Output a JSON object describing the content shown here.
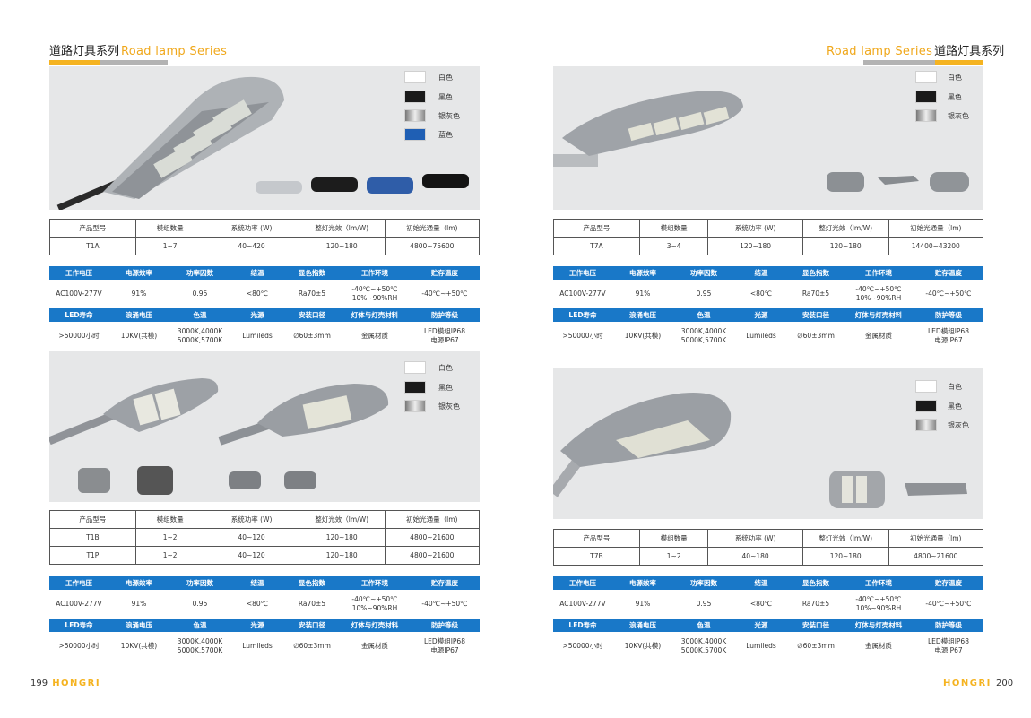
{
  "left_page": {
    "header_cn": "道路灯具系列",
    "header_en": "Road lamp  Series",
    "page_number": "199",
    "brand": "HONGRI"
  },
  "right_page": {
    "header_cn": "道路灯具系列",
    "header_en": "Road lamp  Series",
    "page_number": "200",
    "brand": "HONGRI"
  },
  "colors": {
    "white": "白色",
    "black": "黑色",
    "silver": "银灰色",
    "blue": "蓝色",
    "accent_yellow": "#f5b320",
    "accent_blue": "#1978c8"
  },
  "spec_headers": [
    "产品型号",
    "模组数量",
    "系统功率 (W)",
    "整灯光效（lm/W)",
    "初始光通量（lm)"
  ],
  "elec_headers": [
    "工作电压",
    "电源效率",
    "功率因数",
    "结温",
    "显色指数",
    "工作环境",
    "贮存温度"
  ],
  "elec_values": [
    "AC100V-277V",
    "91%",
    "0.95",
    "<80℃",
    "Ra70±5",
    "-40℃~+50℃",
    "10%~90%RH",
    "-40℃~+50℃"
  ],
  "led_headers": [
    "LED寿命",
    "浪涌电压",
    "色温",
    "光源",
    "安装口径",
    "灯体与灯壳材料",
    "防护等级"
  ],
  "led_values": [
    ">50000小时",
    "10KV(共模)",
    "3000K,4000K",
    "5000K,5700K",
    "Lumileds",
    "∅60±3mm",
    "金属材质",
    "LED模组IP68",
    "电源IP67"
  ],
  "products": {
    "t1a": [
      "T1A",
      "1~7",
      "40~420",
      "120~180",
      "4800~75600"
    ],
    "t7a": [
      "T7A",
      "3~4",
      "120~180",
      "120~180",
      "14400~43200"
    ],
    "t1b": [
      "T1B",
      "1~2",
      "40~120",
      "120~180",
      "4800~21600"
    ],
    "t1p": [
      "T1P",
      "1~2",
      "40~120",
      "120~180",
      "4800~21600"
    ],
    "t7b": [
      "T7B",
      "1~2",
      "40~180",
      "120~180",
      "4800~21600"
    ]
  }
}
